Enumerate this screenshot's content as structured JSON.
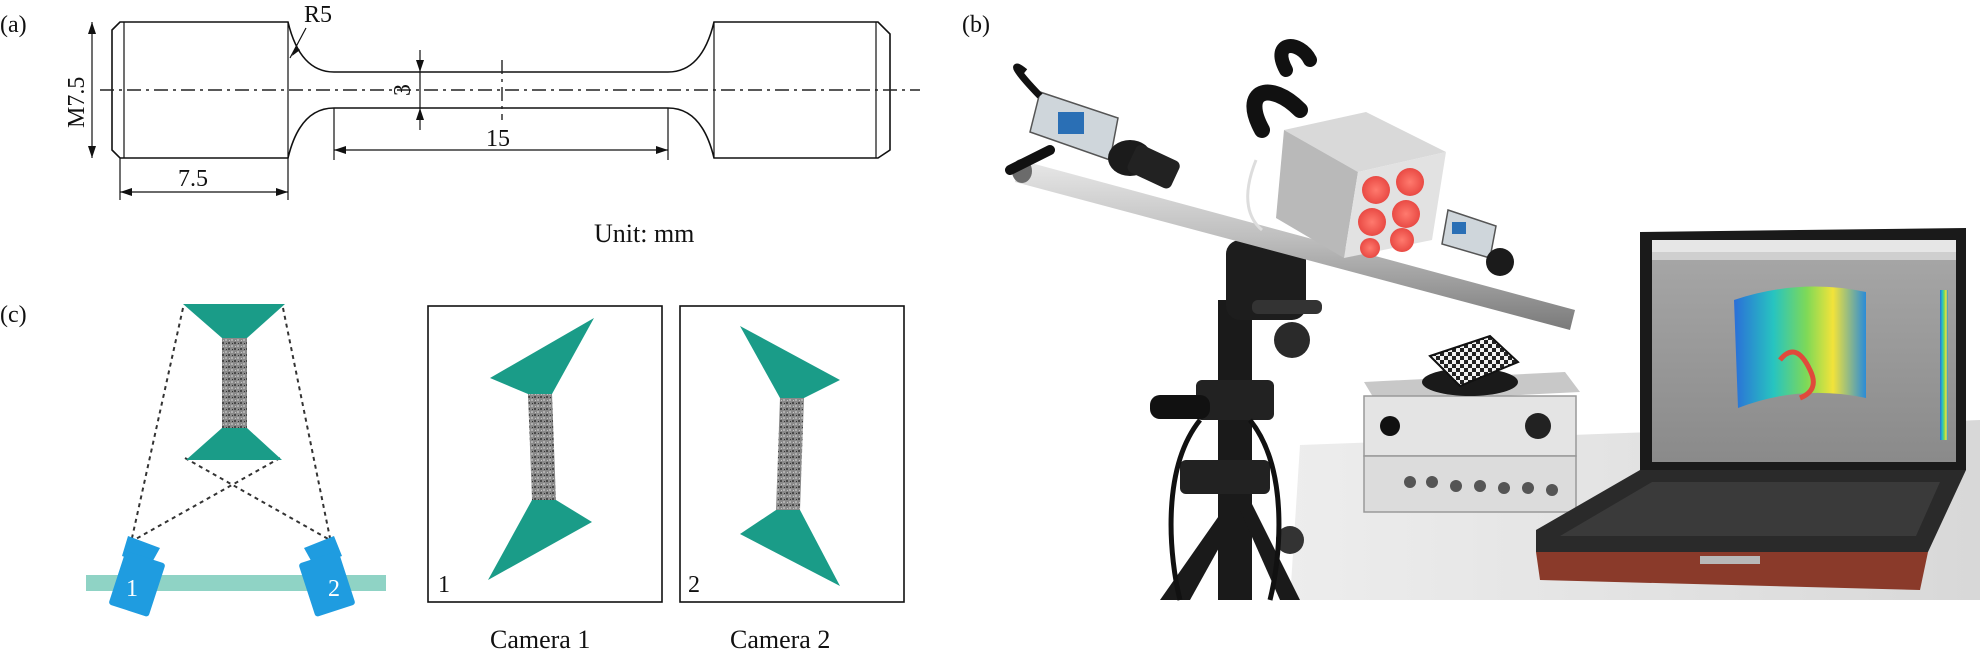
{
  "panel_a": {
    "label": "(a)",
    "radius_label": "R5",
    "thread_label": "M7.5",
    "gauge_width_label": "3",
    "gauge_length_label": "15",
    "grip_length_label": "7.5",
    "unit_label": "Unit: mm"
  },
  "panel_b": {
    "label": "(b)"
  },
  "panel_c": {
    "label": "(c)",
    "camera1_number": "1",
    "camera2_number": "2",
    "view1_number": "1",
    "view2_number": "2",
    "view1_caption": "Camera 1",
    "view2_caption": "Camera 2"
  },
  "colors": {
    "specimen_grip": "#1a9c88",
    "camera": "#1f9ce0",
    "stand_bar": "#8fd3c5",
    "speckle_gauge": "#6d6d6d"
  }
}
